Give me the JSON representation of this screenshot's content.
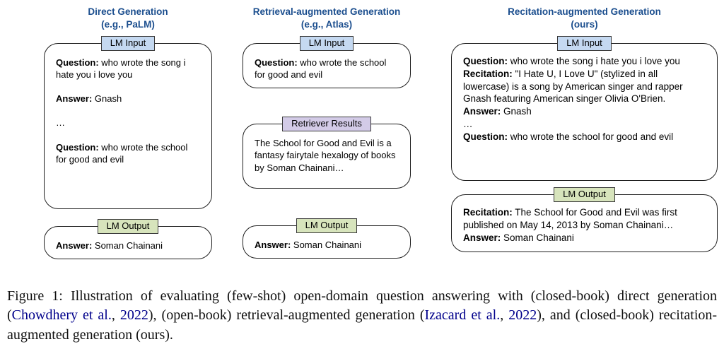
{
  "columns": [
    {
      "title_line1": "Direct Generation",
      "title_line2": "(e.g., PaLM)",
      "blocks": [
        {
          "label": "LM Input",
          "label_type": "input",
          "paragraphs": [
            [
              {
                "b": "Question:"
              },
              {
                "t": " who wrote the song i hate you i love you"
              }
            ],
            [
              {
                "b": "Answer:"
              },
              {
                "t": " Gnash"
              }
            ],
            [
              {
                "t": "…"
              }
            ],
            [
              {
                "b": "Question:"
              },
              {
                "t": " who wrote the school for good and evil"
              }
            ]
          ]
        },
        {
          "label": "LM Output",
          "label_type": "output",
          "paragraphs": [
            [
              {
                "b": "Answer:"
              },
              {
                "t": " Soman Chainani"
              }
            ]
          ]
        }
      ]
    },
    {
      "title_line1": "Retrieval-augmented Generation",
      "title_line2": "(e.g., Atlas)",
      "blocks": [
        {
          "label": "LM Input",
          "label_type": "input",
          "paragraphs": [
            [
              {
                "b": "Question:"
              },
              {
                "t": " who wrote the school for good and evil"
              }
            ]
          ]
        },
        {
          "label": "Retriever Results",
          "label_type": "retriever",
          "paragraphs": [
            [
              {
                "t": "The School for Good and Evil is a fantasy fairytale hexalogy of books by Soman Chainani…"
              }
            ]
          ]
        },
        {
          "label": "LM Output",
          "label_type": "output",
          "paragraphs": [
            [
              {
                "b": "Answer:"
              },
              {
                "t": " Soman Chainani"
              }
            ]
          ]
        }
      ]
    },
    {
      "title_line1": "Recitation-augmented Generation",
      "title_line2": "(ours)",
      "blocks": [
        {
          "label": "LM Input",
          "label_type": "input",
          "paragraphs": [
            [
              {
                "b": "Question:"
              },
              {
                "t": " who wrote the song i hate you i love you"
              }
            ],
            [
              {
                "b": "Recitation:"
              },
              {
                "t": " \"I Hate U, I Love U\" (stylized in all lowercase) is a song by American singer and rapper Gnash featuring American singer Olivia O'Brien."
              }
            ],
            [
              {
                "b": "Answer:"
              },
              {
                "t": " Gnash"
              }
            ],
            [
              {
                "t": "…"
              }
            ],
            [
              {
                "b": "Question:"
              },
              {
                "t": " who wrote the school for good and evil"
              }
            ]
          ]
        },
        {
          "label": "LM Output",
          "label_type": "output",
          "paragraphs": [
            [
              {
                "b": "Recitation:"
              },
              {
                "t": " The School for Good and Evil was first published on May 14, 2013 by Soman Chainani…"
              }
            ],
            [
              {
                "b": "Answer:"
              },
              {
                "t": " Soman Chainani"
              }
            ]
          ]
        }
      ]
    }
  ],
  "caption": {
    "segments": [
      {
        "t": "Figure 1: Illustration of evaluating (few-shot) open-domain question answering with (closed-book) direct generation ("
      },
      {
        "t": "Chowdhery et al.",
        "link": true
      },
      {
        "t": ", "
      },
      {
        "t": "2022",
        "link": true
      },
      {
        "t": "), (open-book) retrieval-augmented generation ("
      },
      {
        "t": "Izacard et al.",
        "link": true
      },
      {
        "t": ", "
      },
      {
        "t": "2022",
        "link": true
      },
      {
        "t": "), and (closed-book) recitation-augmented generation (ours)."
      }
    ]
  },
  "colors": {
    "title_blue": "#1b4e8e",
    "label_input_bg": "#c5d9f1",
    "label_retriever_bg": "#d3cbe7",
    "label_output_bg": "#d7e4bc",
    "citation_blue": "#00008b",
    "box_border": "#1f1f1f"
  }
}
